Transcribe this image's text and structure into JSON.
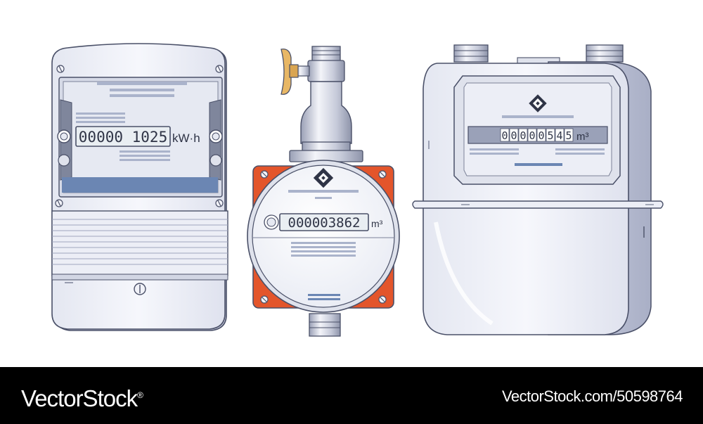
{
  "electric_meter": {
    "reading": "00000 1025",
    "unit": "kW·h"
  },
  "water_meter": {
    "reading": "000003862",
    "unit": "m³"
  },
  "gas_meter": {
    "digits": [
      "0",
      "0",
      "0",
      "0",
      "0",
      "5",
      "4",
      "5"
    ],
    "unit": "m³"
  },
  "footer": {
    "brand": "VectorStock",
    "brand_mark": "®",
    "image_id": "VectorStock.com/50598764"
  },
  "colors": {
    "body_light": "#eef0f8",
    "body_shade": "#c9cee0",
    "outline": "#4a5068",
    "water_housing": "#e3552b",
    "label_blue": "#6b86b3",
    "lcd": "#e9eef2",
    "footer_bg": "#000000"
  }
}
